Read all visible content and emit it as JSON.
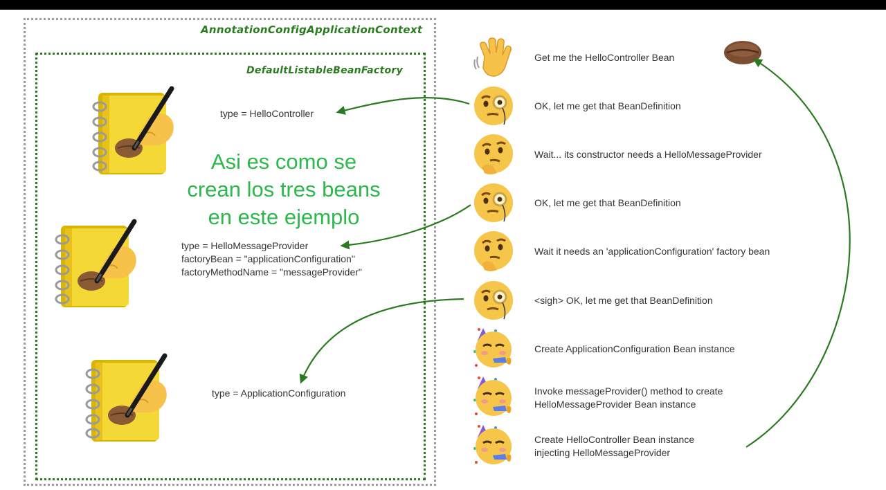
{
  "container_labels": {
    "context": "AnnotationConfigApplicationContext",
    "factory": "DefaultListableBeanFactory"
  },
  "bean_definitions": [
    {
      "icon": "notebook-with-pen-icon",
      "lines": [
        "type = HelloController"
      ]
    },
    {
      "icon": "notebook-with-pen-icon",
      "lines": [
        "type = HelloMessageProvider",
        "factoryBean = \"applicationConfiguration\"",
        "factoryMethodName = \"messageProvider\""
      ]
    },
    {
      "icon": "notebook-with-pen-icon",
      "lines": [
        "type = ApplicationConfiguration"
      ]
    }
  ],
  "note": {
    "lines": [
      "Asi es como se",
      "crean los tres beans",
      "en este ejemplo"
    ],
    "color": "#2db84d"
  },
  "steps": [
    {
      "emoji": "waving-hand-icon",
      "lines": [
        "Get me the HelloController Bean"
      ]
    },
    {
      "emoji": "monocle-face-icon",
      "lines": [
        "OK, let me get that BeanDefinition"
      ]
    },
    {
      "emoji": "thinking-face-icon",
      "lines": [
        "Wait... its constructor needs a HelloMessageProvider"
      ]
    },
    {
      "emoji": "monocle-face-icon",
      "lines": [
        "OK, let me get that BeanDefinition"
      ]
    },
    {
      "emoji": "thinking-face-icon",
      "lines": [
        "Wait it needs an 'applicationConfiguration' factory bean"
      ]
    },
    {
      "emoji": "monocle-face-icon",
      "lines": [
        "<sigh> OK, let me get that BeanDefinition"
      ]
    },
    {
      "emoji": "partying-face-icon",
      "lines": [
        "Create ApplicationConfiguration Bean instance"
      ]
    },
    {
      "emoji": "partying-face-icon",
      "lines": [
        "Invoke messageProvider() method to create",
        "HelloMessageProvider Bean instance"
      ]
    },
    {
      "emoji": "partying-face-icon",
      "lines": [
        "Create HelloController Bean instance",
        "injecting HelloMessageProvider"
      ]
    }
  ],
  "bean_icon": "coffee-bean-icon",
  "colors": {
    "arrow": "#2a7a20",
    "context_border": "#9a9a9a",
    "factory_border": "#2a7a20"
  }
}
